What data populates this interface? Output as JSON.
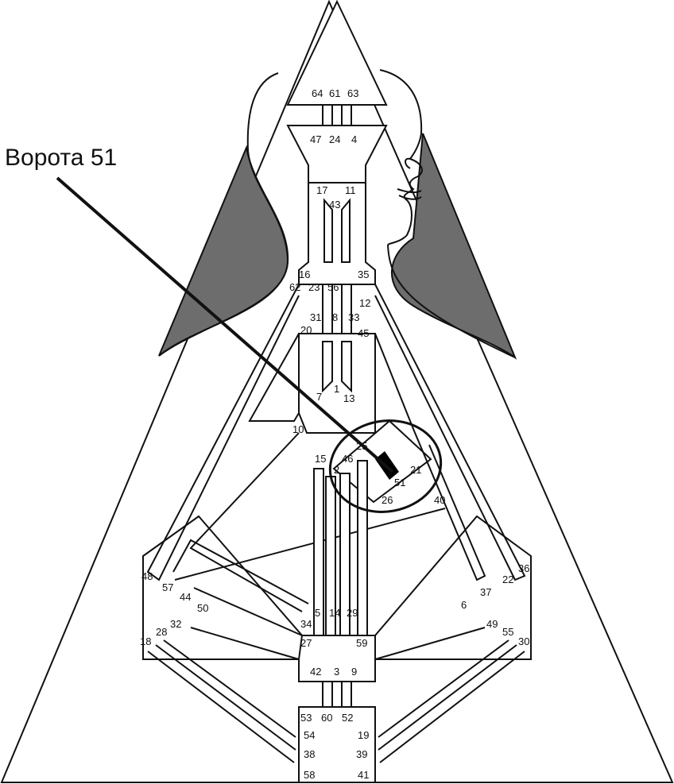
{
  "caption": "Ворота 51",
  "colors": {
    "shade": "#6d6d6d",
    "line": "#111111",
    "background": "#ffffff",
    "gate": "#000000"
  },
  "gates": [
    {
      "id": "64",
      "text": "64"
    },
    {
      "id": "61",
      "text": "61"
    },
    {
      "id": "63",
      "text": "63"
    },
    {
      "id": "47",
      "text": "47"
    },
    {
      "id": "24",
      "text": "24"
    },
    {
      "id": "4",
      "text": "4"
    },
    {
      "id": "17",
      "text": "17"
    },
    {
      "id": "43",
      "text": "43"
    },
    {
      "id": "11",
      "text": "11"
    },
    {
      "id": "16",
      "text": "16"
    },
    {
      "id": "62",
      "text": "62"
    },
    {
      "id": "23",
      "text": "23"
    },
    {
      "id": "56",
      "text": "56"
    },
    {
      "id": "35",
      "text": "35"
    },
    {
      "id": "12",
      "text": "12"
    },
    {
      "id": "31",
      "text": "31"
    },
    {
      "id": "8",
      "text": "8"
    },
    {
      "id": "33",
      "text": "33"
    },
    {
      "id": "20",
      "text": "20"
    },
    {
      "id": "45",
      "text": "45"
    },
    {
      "id": "7",
      "text": "7"
    },
    {
      "id": "1",
      "text": "1"
    },
    {
      "id": "13",
      "text": "13"
    },
    {
      "id": "10",
      "text": "10"
    },
    {
      "id": "25",
      "text": "25"
    },
    {
      "id": "15",
      "text": "15"
    },
    {
      "id": "46",
      "text": "46"
    },
    {
      "id": "2",
      "text": "2"
    },
    {
      "id": "21",
      "text": "21"
    },
    {
      "id": "51",
      "text": "51"
    },
    {
      "id": "26",
      "text": "26"
    },
    {
      "id": "40",
      "text": "40"
    },
    {
      "id": "48",
      "text": "48"
    },
    {
      "id": "57",
      "text": "57"
    },
    {
      "id": "44",
      "text": "44"
    },
    {
      "id": "50",
      "text": "50"
    },
    {
      "id": "36",
      "text": "36"
    },
    {
      "id": "22",
      "text": "22"
    },
    {
      "id": "37",
      "text": "37"
    },
    {
      "id": "6",
      "text": "6"
    },
    {
      "id": "34",
      "text": "34"
    },
    {
      "id": "5",
      "text": "5"
    },
    {
      "id": "14",
      "text": "14"
    },
    {
      "id": "29",
      "text": "29"
    },
    {
      "id": "27",
      "text": "27"
    },
    {
      "id": "59",
      "text": "59"
    },
    {
      "id": "32",
      "text": "32"
    },
    {
      "id": "28",
      "text": "28"
    },
    {
      "id": "18",
      "text": "18"
    },
    {
      "id": "49",
      "text": "49"
    },
    {
      "id": "55",
      "text": "55"
    },
    {
      "id": "30",
      "text": "30"
    },
    {
      "id": "42",
      "text": "42"
    },
    {
      "id": "3",
      "text": "3"
    },
    {
      "id": "9",
      "text": "9"
    },
    {
      "id": "53",
      "text": "53"
    },
    {
      "id": "60",
      "text": "60"
    },
    {
      "id": "52",
      "text": "52"
    },
    {
      "id": "54",
      "text": "54"
    },
    {
      "id": "19",
      "text": "19"
    },
    {
      "id": "38",
      "text": "38"
    },
    {
      "id": "39",
      "text": "39"
    },
    {
      "id": "58",
      "text": "58"
    },
    {
      "id": "41",
      "text": "41"
    }
  ]
}
